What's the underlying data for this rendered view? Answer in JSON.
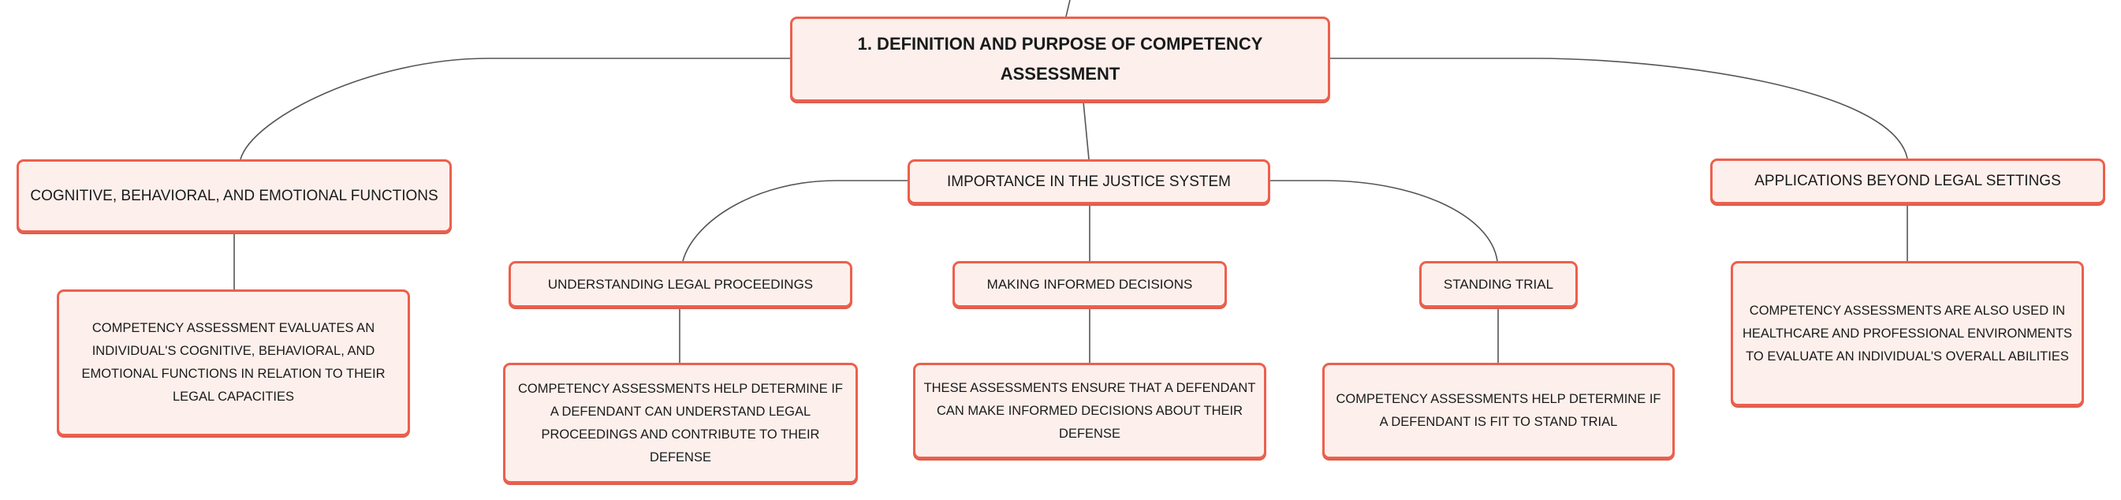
{
  "root": {
    "label": "1. Definition and Purpose of Competency Assessment"
  },
  "topics": [
    {
      "label": "Cognitive, Behavioral, and Emotional Functions",
      "detail": "Competency assessment evaluates an individual's cognitive, behavioral, and emotional functions in relation to their legal capacities"
    },
    {
      "label": "Importance in the Justice System",
      "subtopics": [
        {
          "label": "Understanding Legal Proceedings",
          "detail": "Competency assessments help determine if a defendant can understand legal proceedings and contribute to their defense"
        },
        {
          "label": "Making Informed Decisions",
          "detail": "These assessments ensure that a defendant can make informed decisions about their defense"
        },
        {
          "label": "Standing Trial",
          "detail": "Competency assessments help determine if a defendant is fit to stand trial"
        }
      ]
    },
    {
      "label": "Applications Beyond Legal Settings",
      "detail": "Competency assessments are also used in healthcare and professional environments to evaluate an individual's overall abilities"
    }
  ],
  "colors": {
    "border": "#ee5f4c",
    "fill": "#fdf0ec",
    "line": "#555555"
  }
}
